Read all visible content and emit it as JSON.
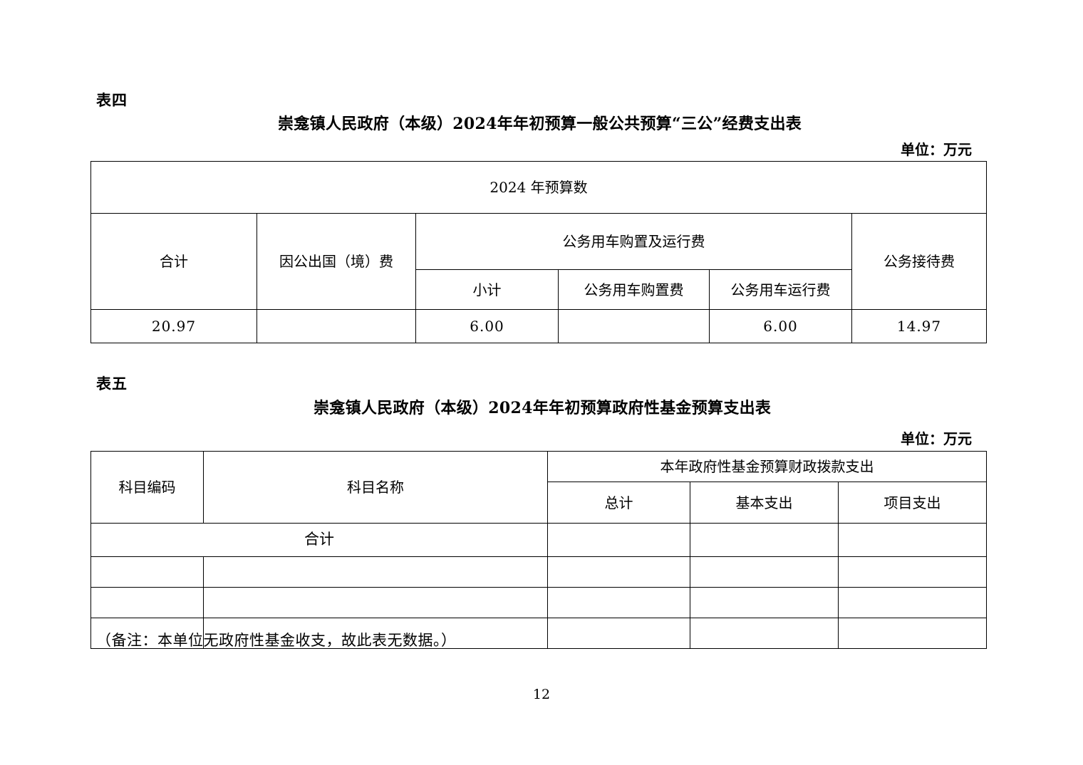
{
  "page": {
    "number": "12",
    "unit_label": "单位：万元"
  },
  "table_four": {
    "section_label": "表四",
    "title": "崇龛镇人民政府（本级）2024年年初预算一般公共预算“三公”经费支出表",
    "unit": "单位：万元",
    "top_header": "2024 年预算数",
    "headers": {
      "total": "合计",
      "overseas": "因公出国（境）费",
      "vehicle_group": "公务用车购置及运行费",
      "vehicle_subtotal": "小计",
      "vehicle_purchase": "公务用车购置费",
      "vehicle_operation": "公务用车运行费",
      "reception": "公务接待费"
    },
    "row": {
      "total": "20.97",
      "overseas": "",
      "vehicle_subtotal": "6.00",
      "vehicle_purchase": "",
      "vehicle_operation": "6.00",
      "reception": "14.97"
    }
  },
  "table_five": {
    "section_label": "表五",
    "title": "崇龛镇人民政府（本级）2024年年初预算政府性基金预算支出表",
    "unit": "单位：万元",
    "headers": {
      "code": "科目编码",
      "name": "科目名称",
      "group": "本年政府性基金预算财政拨款支出",
      "sum": "总计",
      "basic": "基本支出",
      "project": "项目支出"
    },
    "rows": [
      {
        "label": "合计",
        "sum": "",
        "basic": "",
        "project": ""
      },
      {
        "code": "",
        "name": "",
        "sum": "",
        "basic": "",
        "project": ""
      },
      {
        "code": "",
        "name": "",
        "sum": "",
        "basic": "",
        "project": ""
      },
      {
        "code": "",
        "name": "",
        "sum": "",
        "basic": "",
        "project": ""
      }
    ],
    "note": "（备注：本单位无政府性基金收支，故此表无数据。）"
  }
}
